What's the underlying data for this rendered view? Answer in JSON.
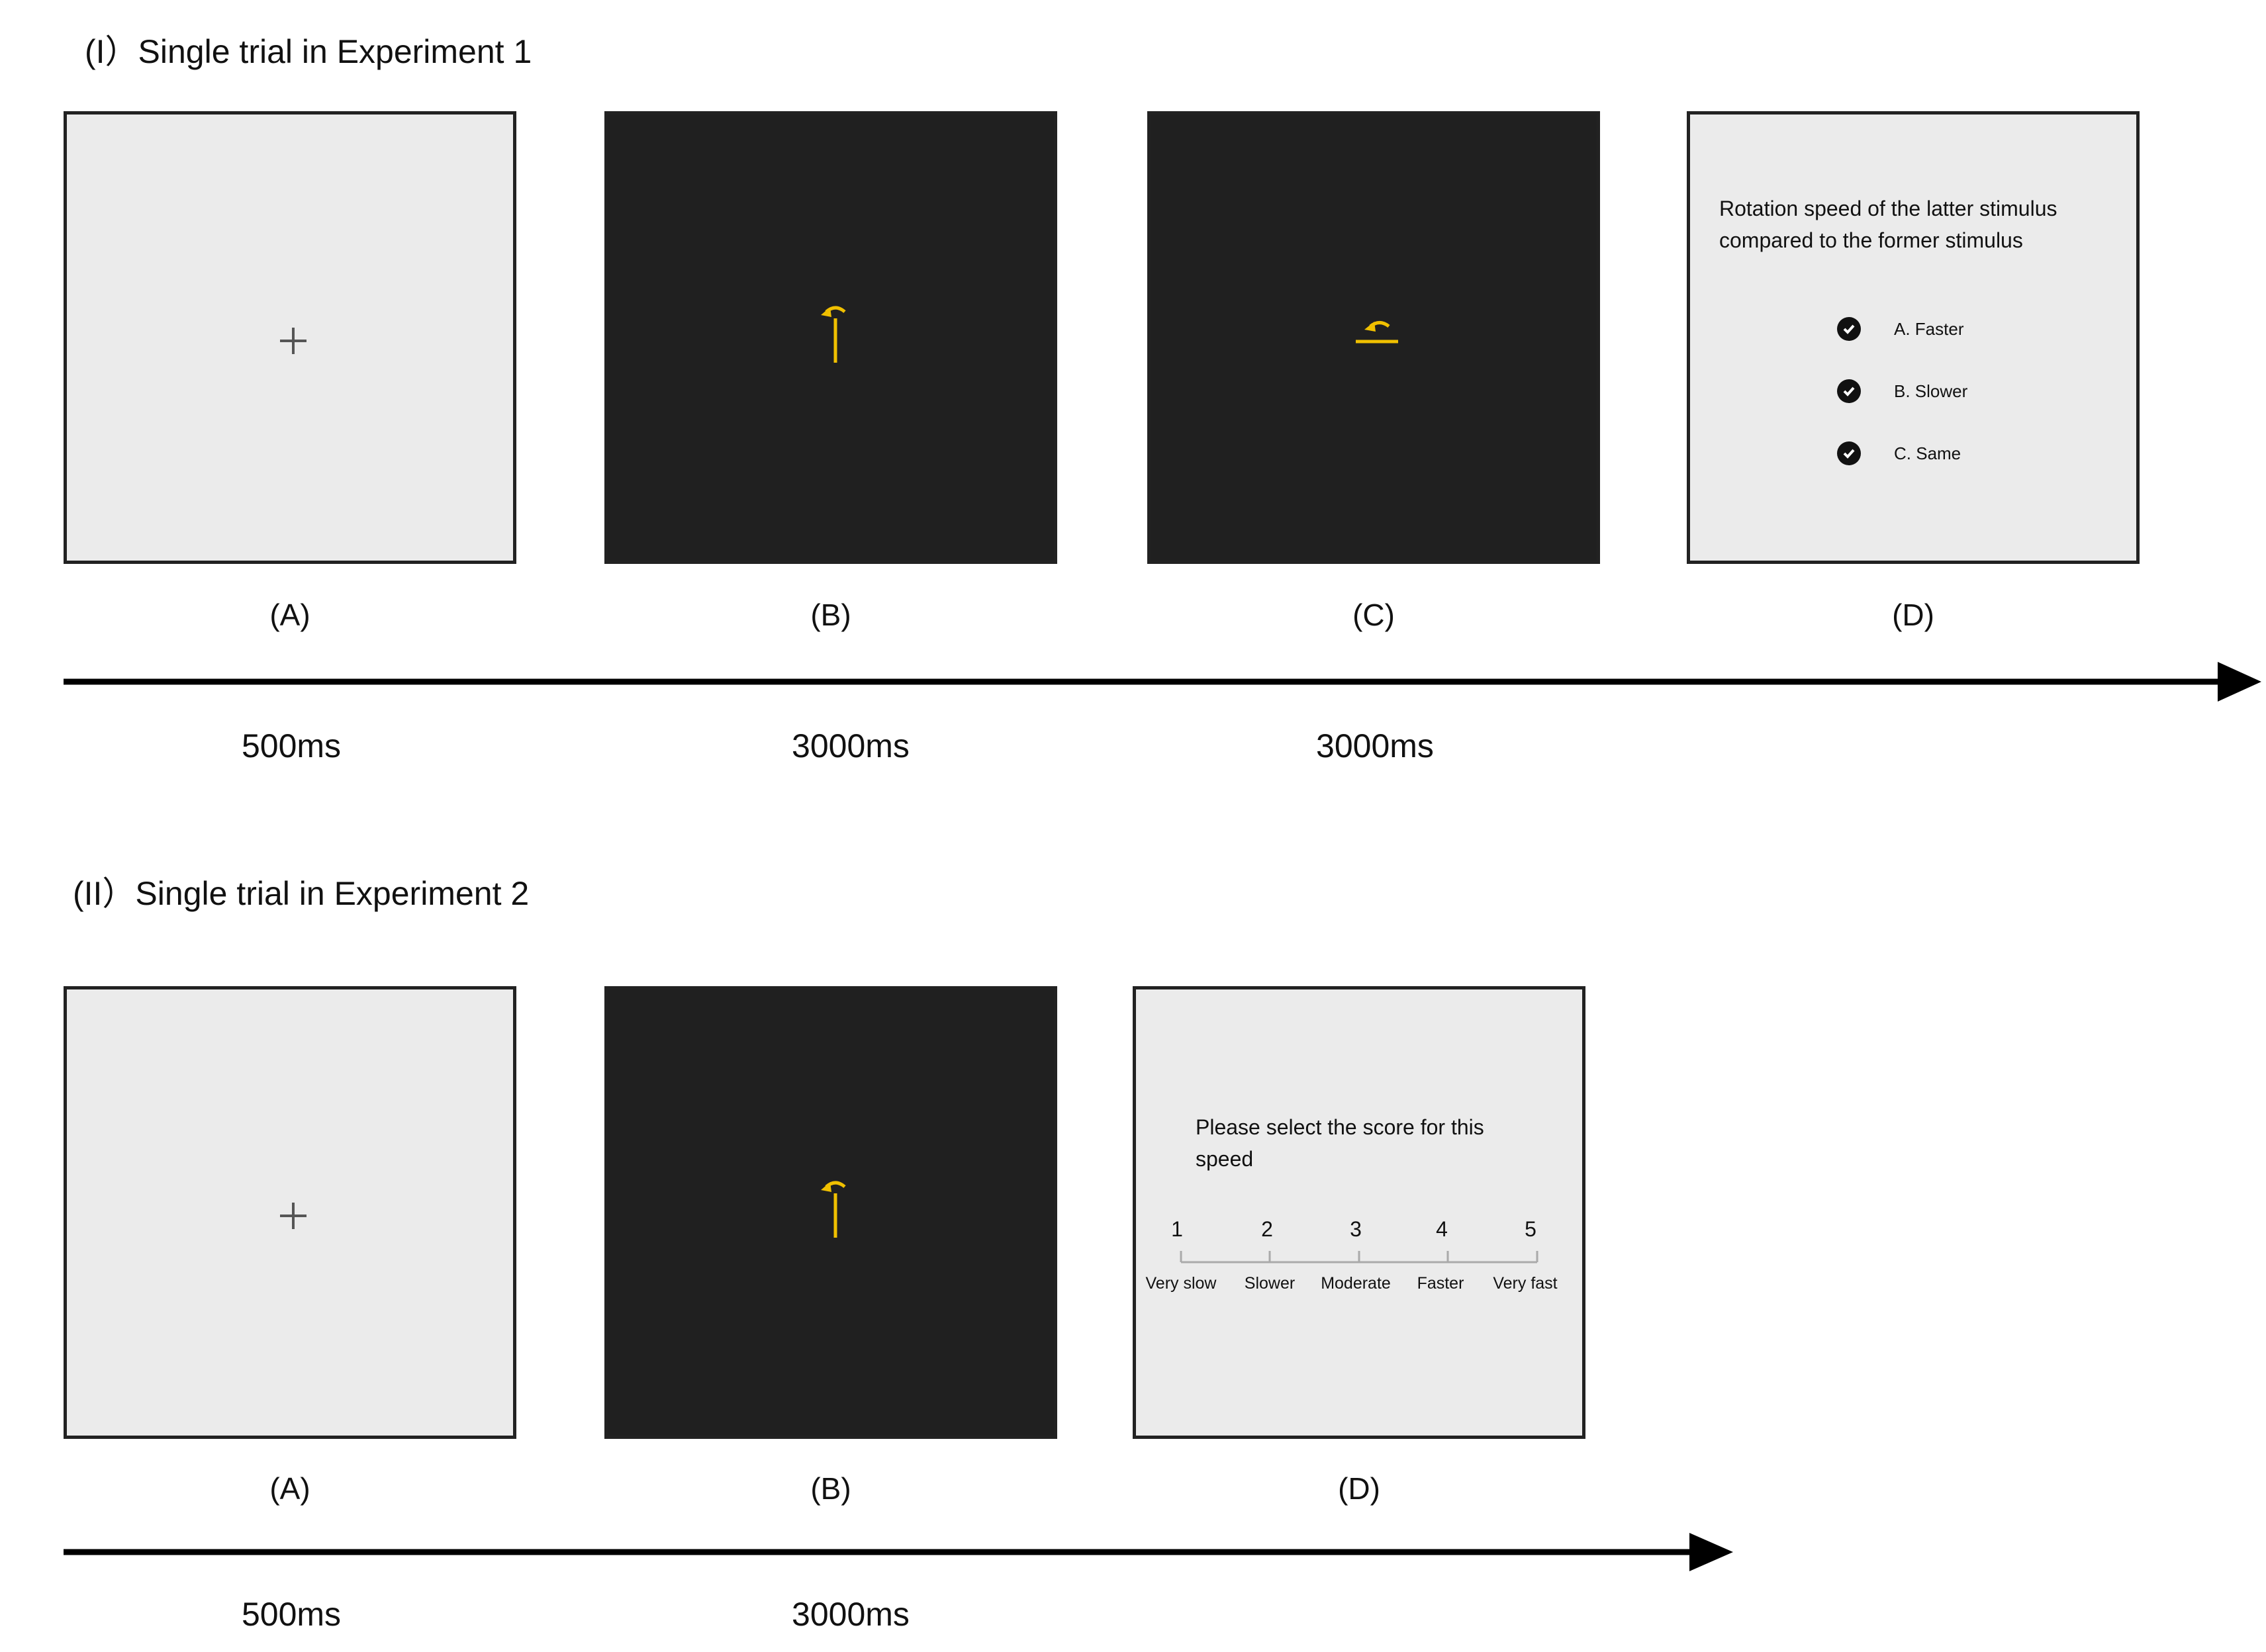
{
  "experiment1": {
    "title": "(I）Single trial in Experiment 1",
    "panels": [
      {
        "label": "(A)",
        "duration": "500ms"
      },
      {
        "label": "(B)",
        "duration": "3000ms"
      },
      {
        "label": "(C)",
        "duration": "3000ms"
      },
      {
        "label": "(D)"
      }
    ],
    "question": {
      "line1": "Rotation speed of the latter stimulus",
      "line2": "compared to the former stimulus",
      "options": [
        "A. Faster",
        "B. Slower",
        "C. Same"
      ]
    }
  },
  "experiment2": {
    "title": "(II）Single trial in Experiment 2",
    "panels": [
      {
        "label": "(A)",
        "duration": "500ms"
      },
      {
        "label": "(B)",
        "duration": "3000ms"
      },
      {
        "label": "(D)"
      }
    ],
    "question": {
      "line1": "Please select the score for this",
      "line2": "speed",
      "scale_numbers": [
        "1",
        "2",
        "3",
        "4",
        "5"
      ],
      "scale_labels": [
        "Very slow",
        "Slower",
        "Moderate",
        "Faster",
        "Very fast"
      ]
    }
  },
  "colors": {
    "light_panel": "#ebebeb",
    "dark_panel": "#202020",
    "stimulus": "#f0c000",
    "arrow": "#000000"
  },
  "icons": {
    "fixation": "fixation-cross-icon",
    "stimulus": "rotating-stimulus-icon",
    "check": "check-circle-icon",
    "timeline": "timeline-arrow"
  }
}
